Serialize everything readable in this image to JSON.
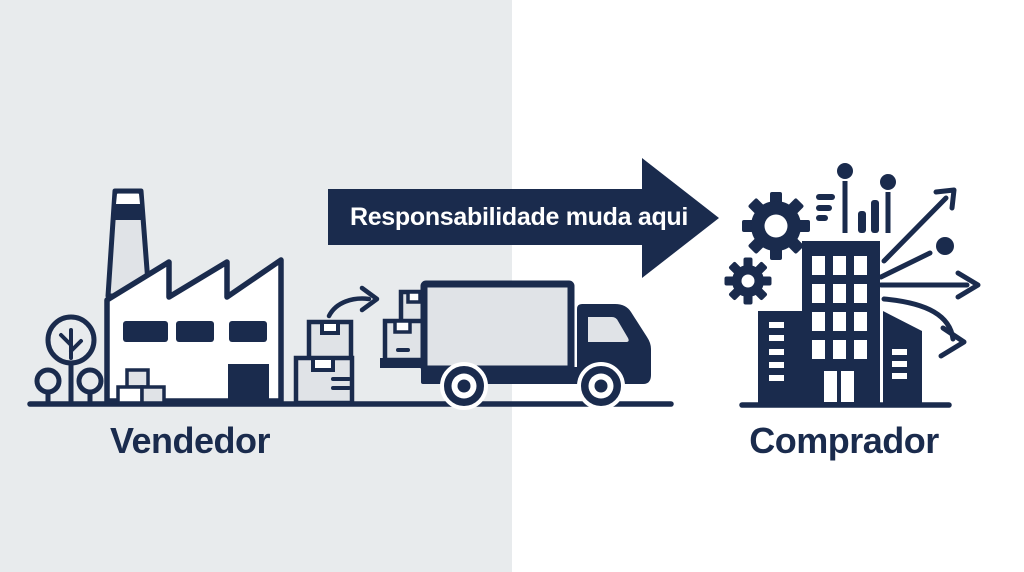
{
  "diagram": {
    "arrow_label": "Responsabilidade muda aqui",
    "seller_label": "Vendedor",
    "buyer_label": "Comprador"
  },
  "colors": {
    "navy": "#1a2b4d",
    "left_bg": "#e8ebed",
    "right_bg": "#ffffff",
    "light_fill": "#e0e3e7",
    "white": "#ffffff"
  },
  "icons": {
    "seller_side": [
      "tree-icon",
      "factory-icon",
      "package-boxes-icon",
      "loading-arrow-icon",
      "delivery-truck-icon"
    ],
    "transfer": [
      "responsibility-arrow-icon"
    ],
    "buyer_side": [
      "gear-icon",
      "growth-chart-icon",
      "office-buildings-icon",
      "expansion-arrows-icon"
    ]
  }
}
